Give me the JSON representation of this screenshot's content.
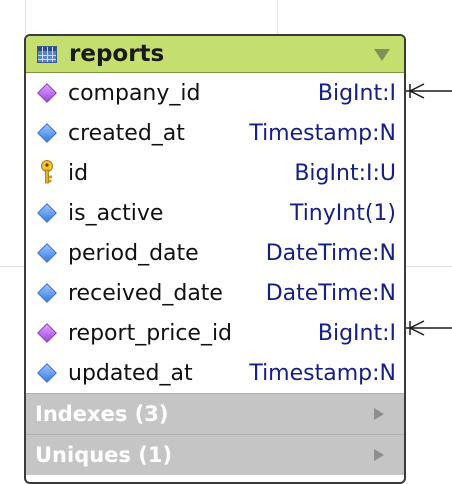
{
  "entity": {
    "title": "reports",
    "fields": [
      {
        "name": "company_id",
        "type": "BigInt:I",
        "icon": "purple-diamond-icon"
      },
      {
        "name": "created_at",
        "type": "Timestamp:N",
        "icon": "blue-diamond-icon"
      },
      {
        "name": "id",
        "type": "BigInt:I:U",
        "icon": "key-icon"
      },
      {
        "name": "is_active",
        "type": "TinyInt(1)",
        "icon": "blue-diamond-icon"
      },
      {
        "name": "period_date",
        "type": "DateTime:N",
        "icon": "blue-diamond-icon"
      },
      {
        "name": "received_date",
        "type": "DateTime:N",
        "icon": "blue-diamond-icon"
      },
      {
        "name": "report_price_id",
        "type": "BigInt:I",
        "icon": "purple-diamond-icon"
      },
      {
        "name": "updated_at",
        "type": "Timestamp:N",
        "icon": "blue-diamond-icon"
      }
    ],
    "sections": [
      {
        "label": "Indexes (3)"
      },
      {
        "label": "Uniques (1)"
      }
    ]
  },
  "colors": {
    "header_bg": "#c4df6f",
    "type_text": "#16207e",
    "foreign_key_icon": "#a245dc",
    "column_icon": "#3a7ee6",
    "primary_key_icon": "#e0b020",
    "section_bg": "#c5c5c5"
  }
}
